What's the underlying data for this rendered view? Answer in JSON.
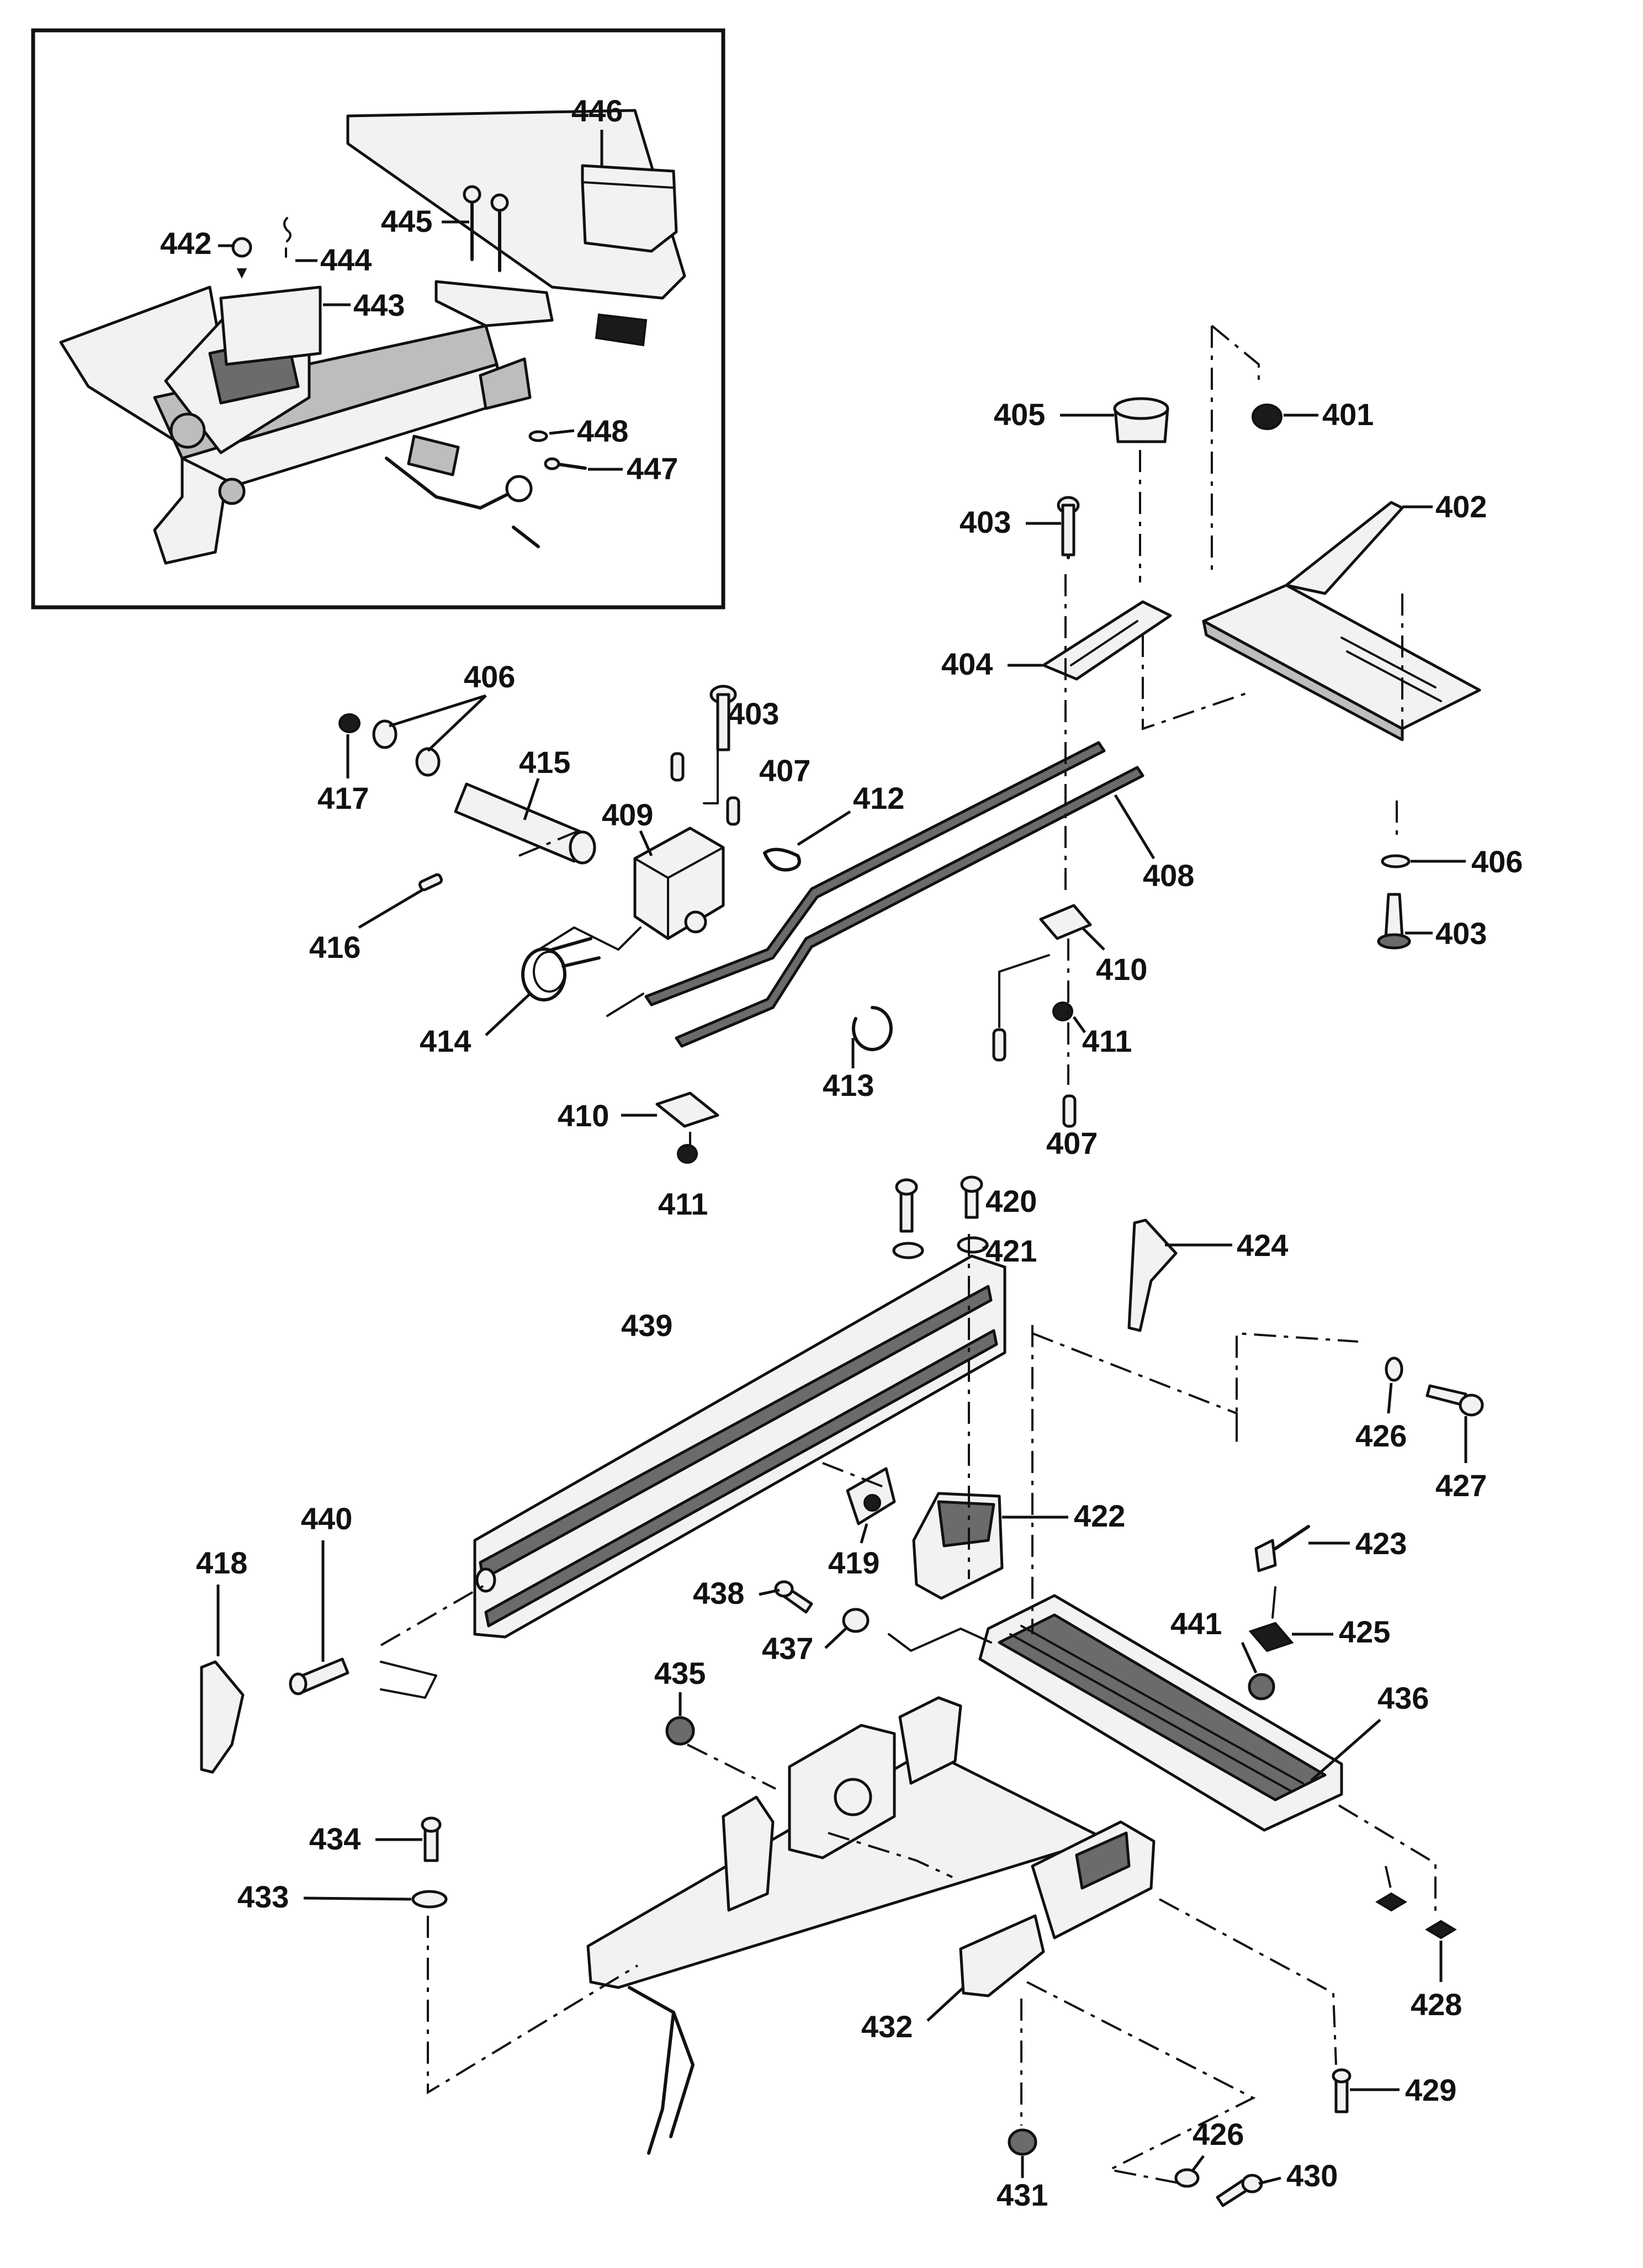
{
  "labels": {
    "p401": "401",
    "p402": "402",
    "p403a": "403",
    "p403b": "403",
    "p403c": "403",
    "p404": "404",
    "p405": "405",
    "p406a": "406",
    "p406b": "406",
    "p407a": "407",
    "p407b": "407",
    "p408": "408",
    "p409": "409",
    "p410a": "410",
    "p410b": "410",
    "p411a": "411",
    "p411b": "411",
    "p412": "412",
    "p413": "413",
    "p414": "414",
    "p415": "415",
    "p416": "416",
    "p417": "417",
    "p418": "418",
    "p419": "419",
    "p420": "420",
    "p421": "421",
    "p422": "422",
    "p423": "423",
    "p424": "424",
    "p425": "425",
    "p426a": "426",
    "p426b": "426",
    "p427": "427",
    "p428": "428",
    "p429": "429",
    "p430": "430",
    "p431": "431",
    "p432": "432",
    "p433": "433",
    "p434": "434",
    "p435": "435",
    "p436": "436",
    "p437": "437",
    "p438": "438",
    "p439": "439",
    "p440": "440",
    "p441": "441",
    "p442": "442",
    "p443": "443",
    "p444": "444",
    "p445": "445",
    "p446": "446",
    "p447": "447",
    "p448": "448"
  }
}
